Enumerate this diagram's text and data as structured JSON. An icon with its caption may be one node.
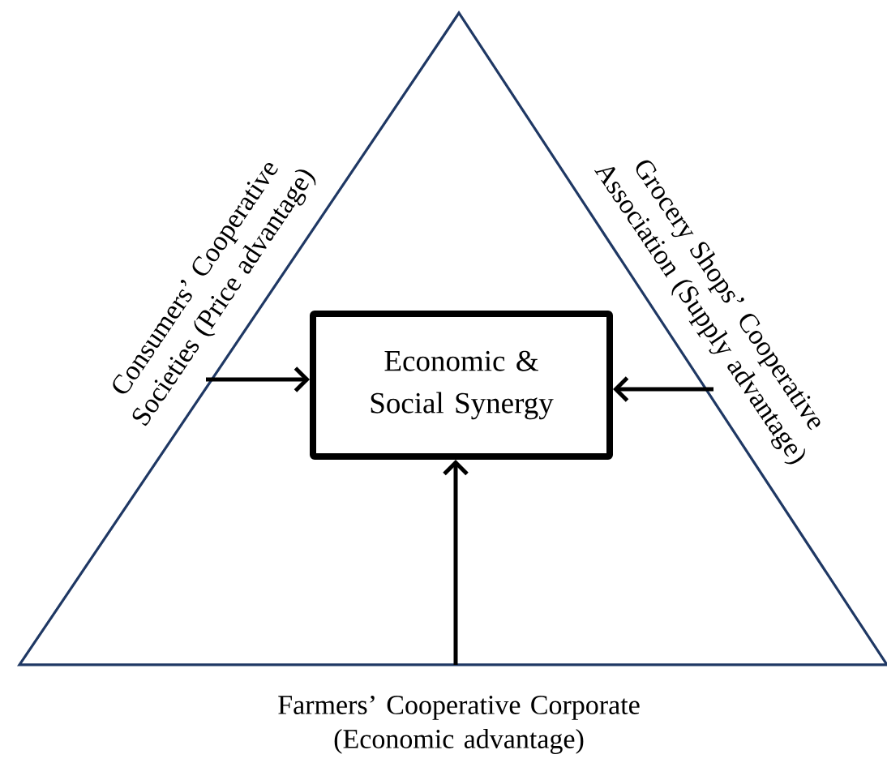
{
  "diagram": {
    "nodes": [
      {
        "text": [],
        "shape": "triangle"
      },
      {
        "text": [
          "Consumers’ Cooperative Societies (Price advantage)"
        ]
      },
      {
        "text": [
          "Grocery Shops’ Cooperative Association (Supply advantage)"
        ]
      },
      {
        "text": [
          "Farmers’ Cooperative Corporate (Economic advantage)"
        ]
      },
      {
        "text": [
          "Economic & Social Synergy"
        ],
        "in": 0
      }
    ],
    "edges": [
      {
        "from": 1,
        "to": 4,
        "arrow": "to"
      },
      {
        "from": 2,
        "to": 4,
        "arrow": "to"
      },
      {
        "from": 3,
        "to": 4,
        "arrow": "to"
      }
    ]
  }
}
